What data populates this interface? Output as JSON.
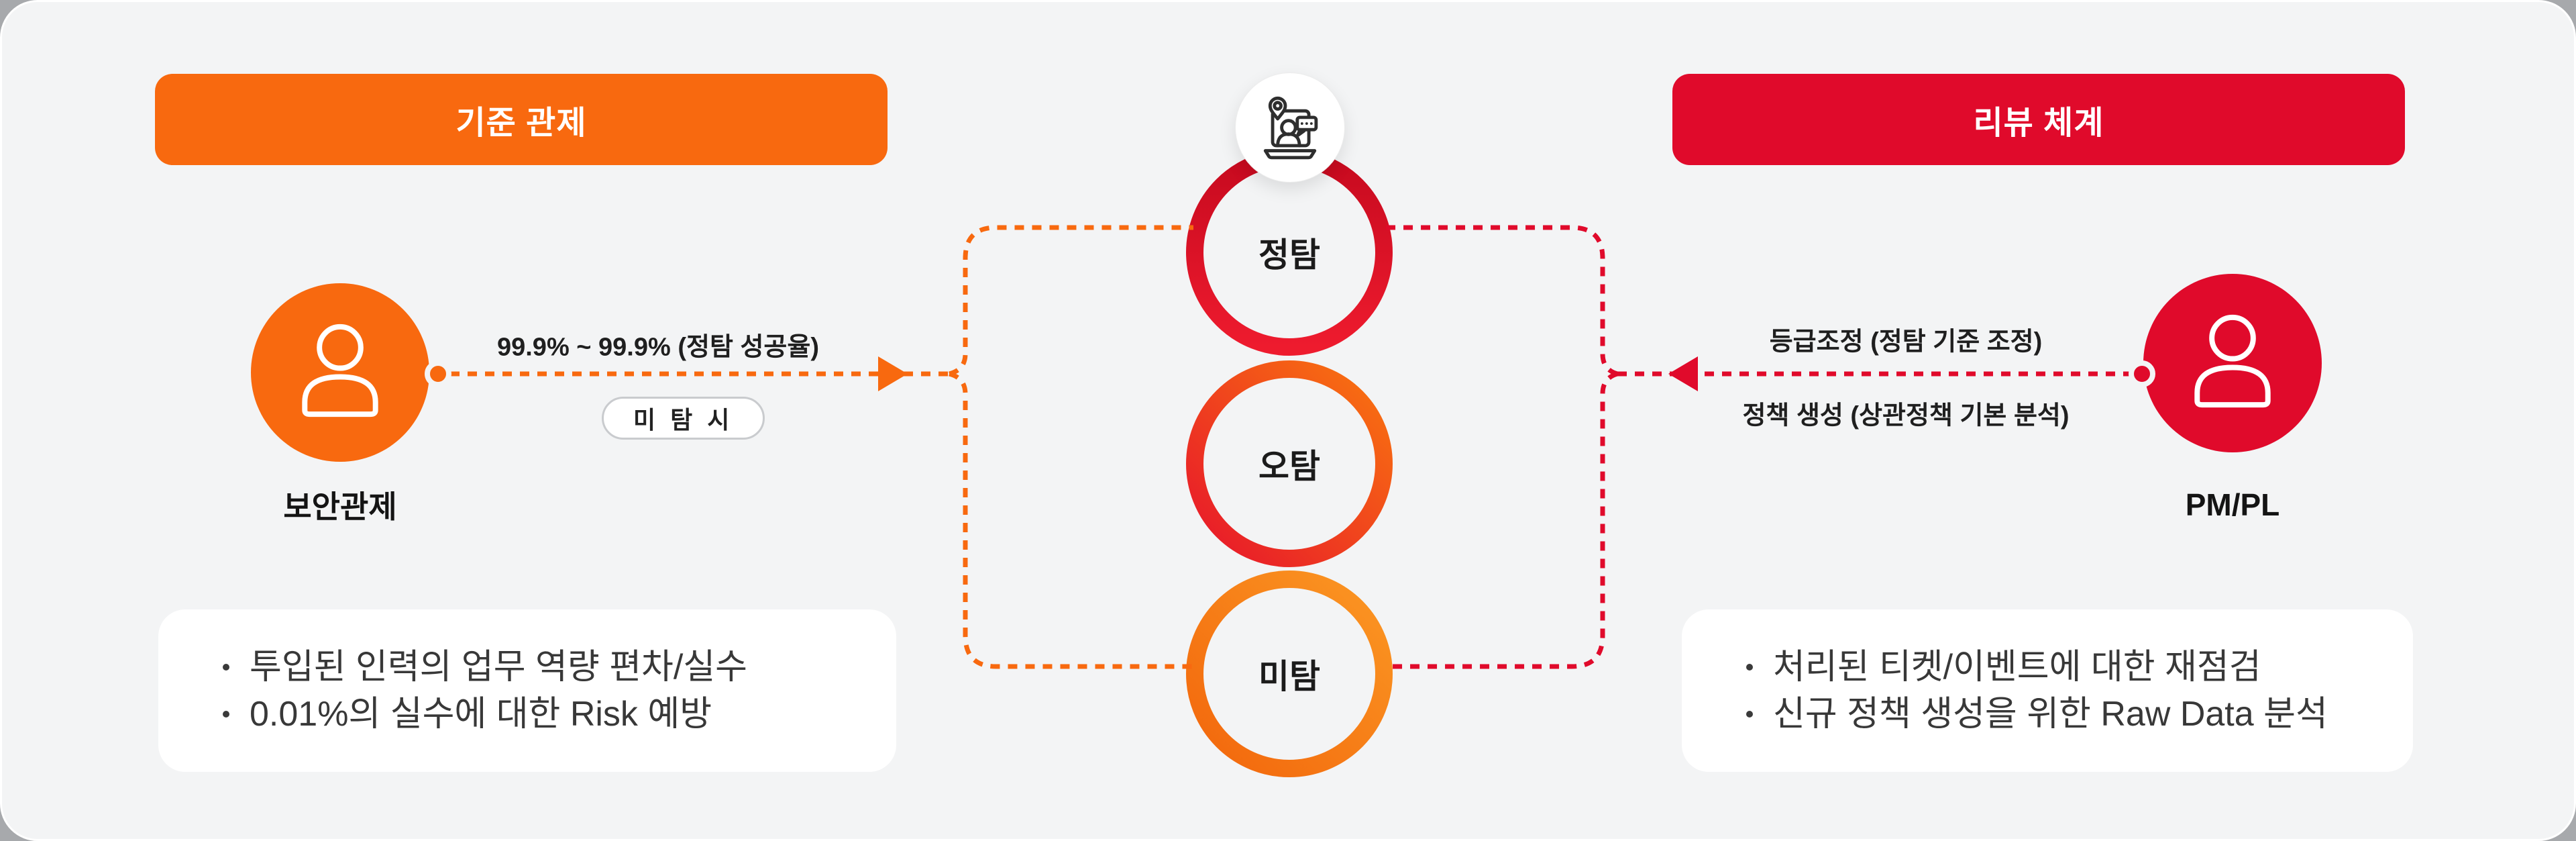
{
  "left_panel": {
    "header": "기준 관제",
    "actor": "보안관제",
    "flow_label": "99.9% ~ 99.9% (정탐 성공율)",
    "flow_tag": "미 탐 시",
    "bullets": [
      "투입된 인력의 업무 역량 편차/실수",
      "0.01%의 실수에 대한 Risk 예방"
    ]
  },
  "center_flow": {
    "icon": "monitoring-console-icon",
    "nodes": [
      "정탐",
      "오탐",
      "미탐"
    ]
  },
  "right_panel": {
    "header": "리뷰 체계",
    "actor": "PM/PL",
    "flow_label_top": "등급조정 (정탐 기준 조정)",
    "flow_label_bottom": "정책 생성 (상관정책 기본 분석)",
    "bullets": [
      "처리된 티켓/이벤트에 대한 재점검",
      "신규 정책 생성을 위한 Raw Data 분석"
    ]
  },
  "colors": {
    "orange": "#f8690f",
    "red": "#e00a2b",
    "true_positive_ring": "#d60e27",
    "false_positive_ring_gradient": [
      "#e7152b",
      "#f9750f"
    ],
    "missed_ring_gradient": [
      "#f2660c",
      "#fb9723"
    ],
    "background": "#f3f4f5"
  }
}
